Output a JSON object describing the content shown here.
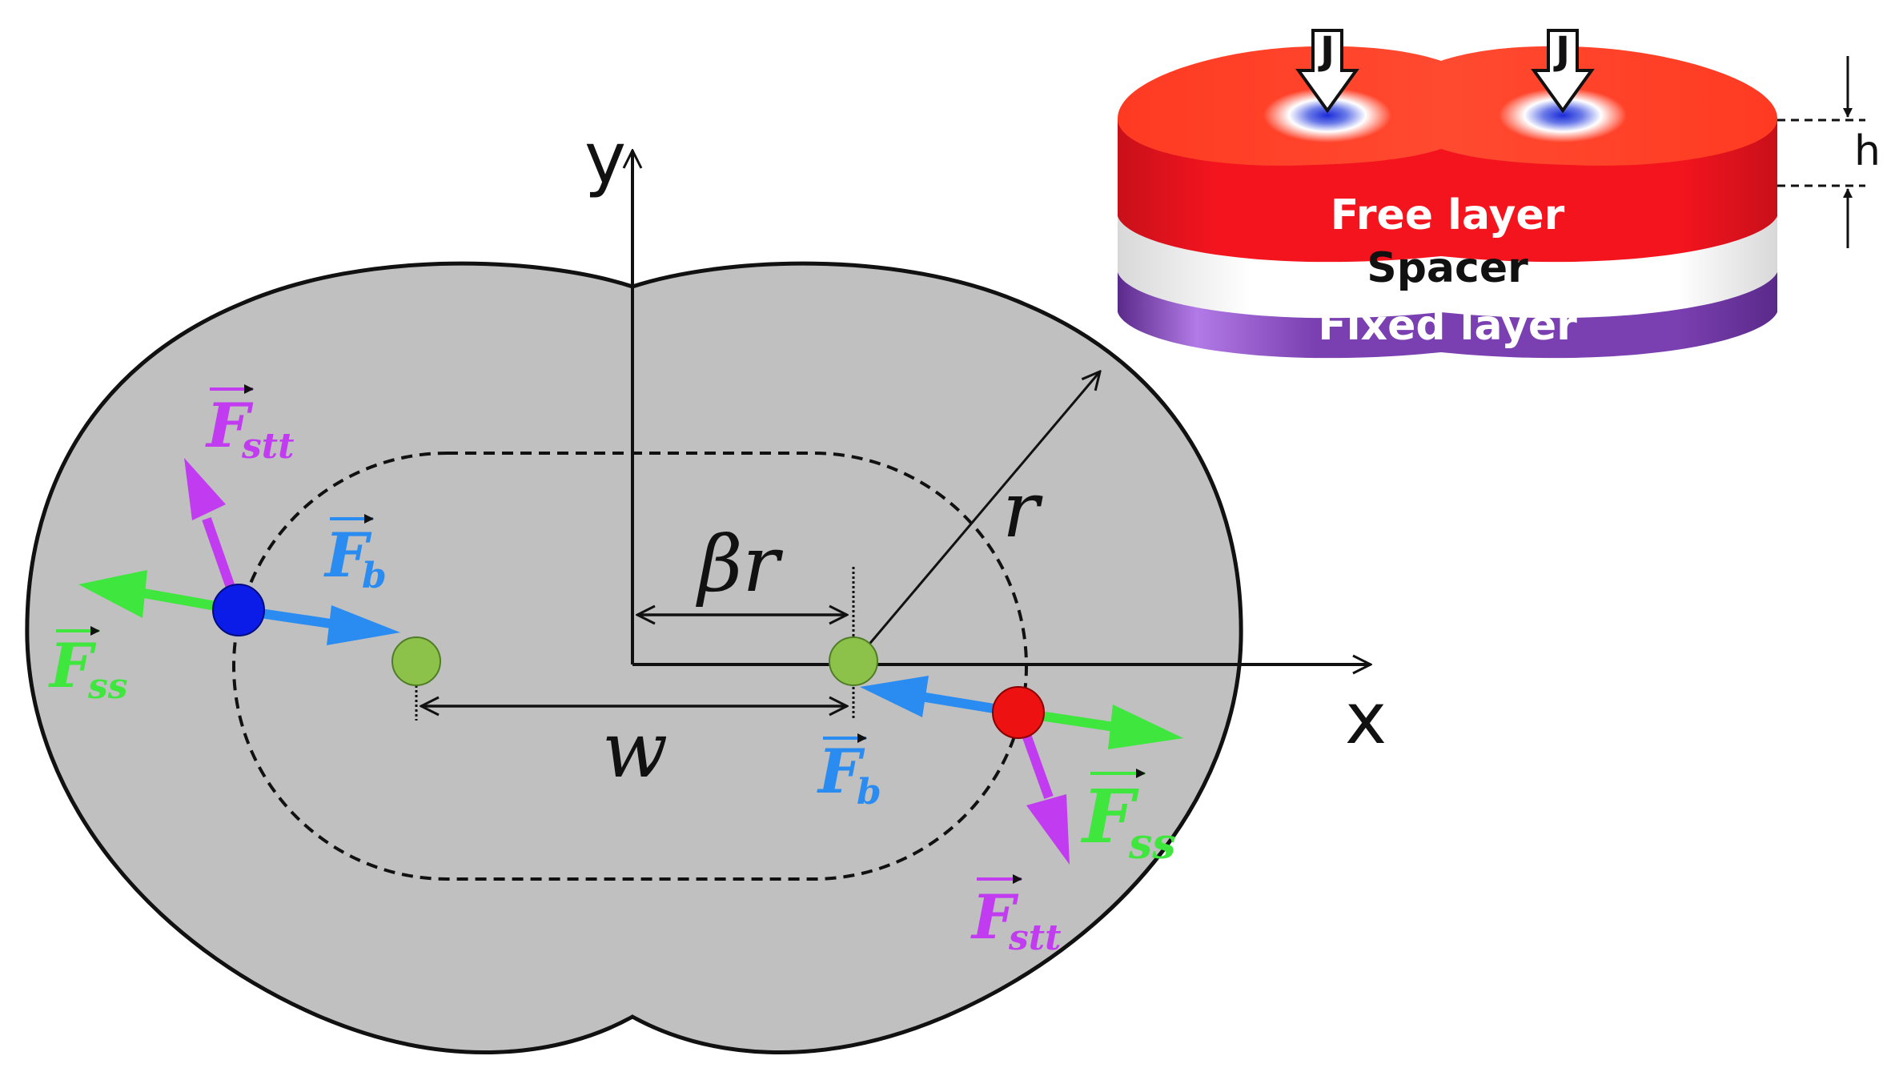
{
  "axes": {
    "x_label": "x",
    "y_label": "y"
  },
  "dimensions": {
    "beta_r": "βr",
    "r": "r",
    "w": "w"
  },
  "forces": {
    "stt": {
      "main": "F",
      "sub": "stt"
    },
    "b": {
      "main": "F",
      "sub": "b"
    },
    "ss": {
      "main": "F",
      "sub": "ss"
    }
  },
  "inset": {
    "current_label": "J",
    "thickness_label": "h",
    "layers": {
      "free": "Free layer",
      "spacer": "Spacer",
      "fixed": "Fixed layer"
    }
  },
  "colors": {
    "stt": "#c13cf0",
    "b": "#2a8cf0",
    "ss": "#3ee63e",
    "left_skyrmion": "#0c1ce8",
    "right_skyrmion": "#ee1111",
    "pin_site": "#8cc24a",
    "nanodisk": "#c0c0c0",
    "free_layer": "#ee1a22",
    "fixed_layer": "#7a3fb0"
  }
}
